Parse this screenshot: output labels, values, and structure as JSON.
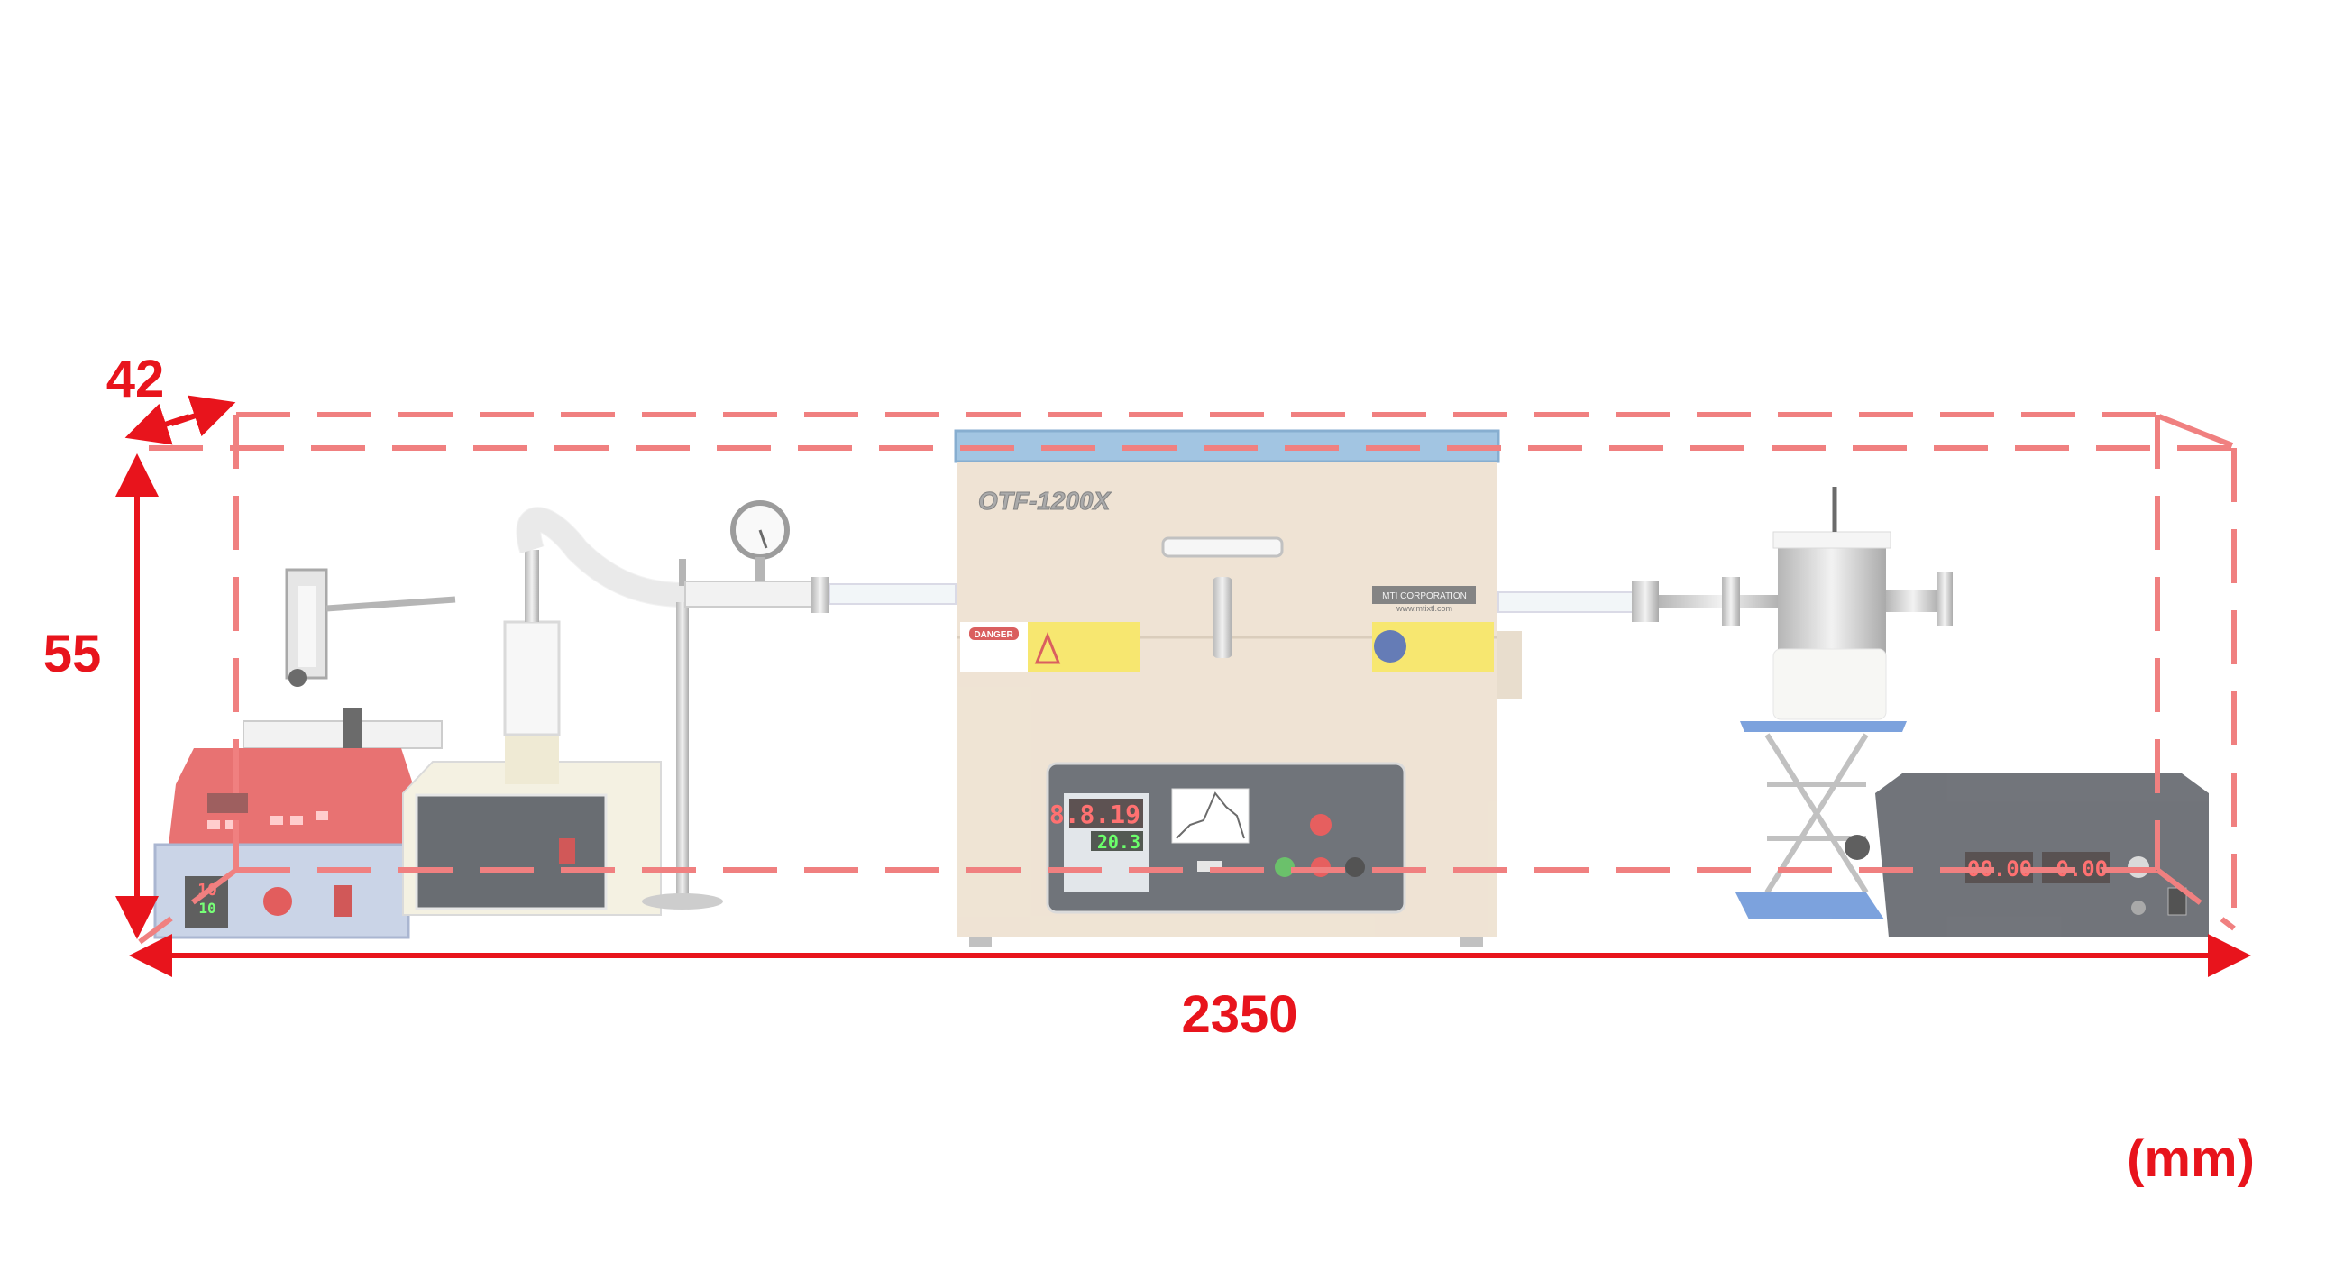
{
  "dimensions": {
    "depth": "42",
    "height": "55",
    "width": "2350",
    "unit": "(mm)",
    "color": "#e8141c",
    "box_color": "#f08080"
  },
  "equipment": {
    "furnace": {
      "model": "OTF-1200X",
      "danger_label": "DANGER",
      "brand": "MTI CORPORATION",
      "website": "www.mtixtl.com",
      "pv_display": "8.8.19",
      "sv_display": "20.3",
      "body_color": "#e9d9c4",
      "lid_color": "#7fb0d8"
    },
    "syringe_pump": {
      "color": "#e03c3c"
    },
    "heater_controller": {
      "pv_display": "10",
      "sv_display": "10"
    },
    "power_supply": {
      "voltage_display": "00.00",
      "current_display": "-0.00"
    }
  }
}
